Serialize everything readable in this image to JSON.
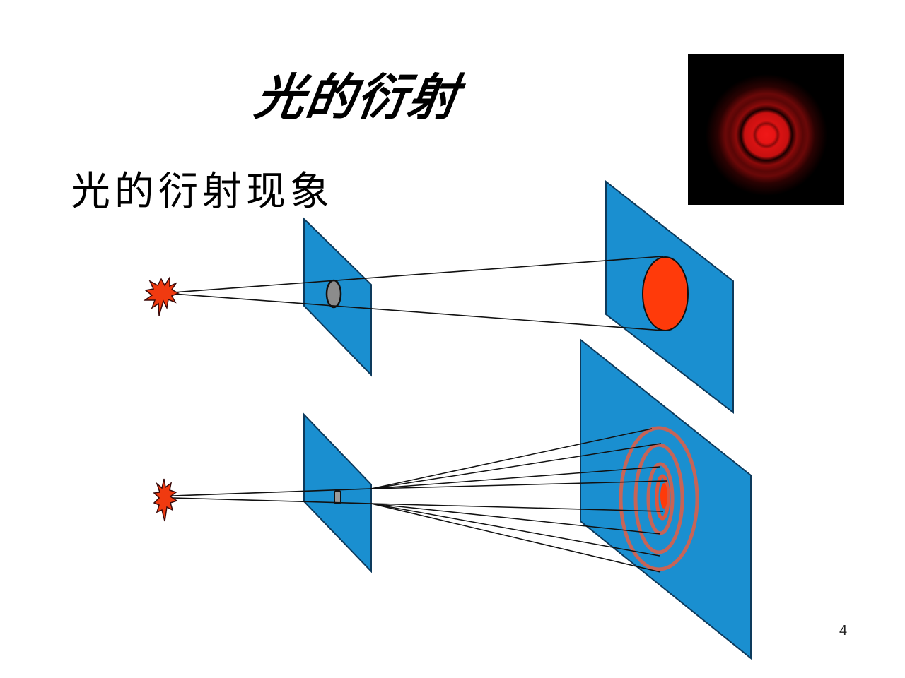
{
  "slide": {
    "title": "光的衍射",
    "subtitle": "光的衍射现象",
    "page_number": "4"
  },
  "colors": {
    "background": "#ffffff",
    "screen_blue": "#1a8fd0",
    "screen_outline": "#0d3a5c",
    "light_source": "#f03a10",
    "spot_red": "#ff3a0a",
    "aperture_gray": "#8c8c8c",
    "ring_color": "#d9604a",
    "photo_bg": "#000000",
    "photo_red": "#e01010"
  },
  "diagram": {
    "top_setup": {
      "description": "Light source through large aperture produces geometric bright spot",
      "source": "light-source-star",
      "aperture": "large-hole",
      "screen_pattern": "solid-red-spot"
    },
    "bottom_setup": {
      "description": "Light source through small aperture produces diffraction rings",
      "source": "light-source-star",
      "aperture": "small-hole",
      "screen_pattern": "concentric-diffraction-rings"
    },
    "photo": "diffraction-pattern-photo"
  }
}
